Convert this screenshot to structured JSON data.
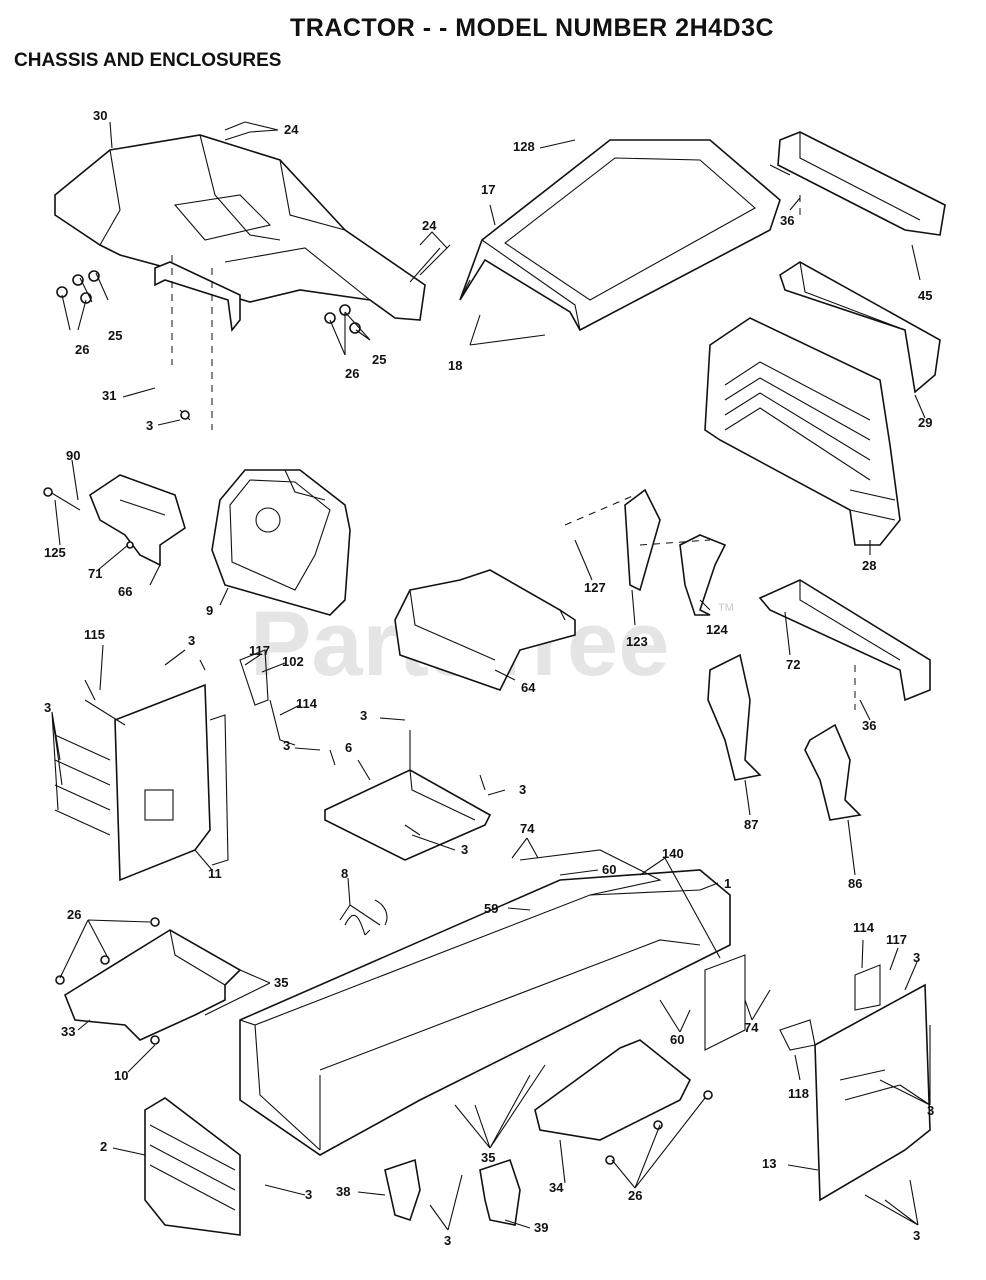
{
  "title": "TRACTOR - - MODEL NUMBER 2H4D3C",
  "subtitle": "CHASSIS AND ENCLOSURES",
  "watermark": {
    "text": "PartsTree",
    "tm": "TM"
  },
  "labels": [
    {
      "id": "l30",
      "text": "30"
    },
    {
      "id": "l24a",
      "text": "24"
    },
    {
      "id": "l24b",
      "text": "24"
    },
    {
      "id": "l25a",
      "text": "25"
    },
    {
      "id": "l25b",
      "text": "25"
    },
    {
      "id": "l26a",
      "text": "26"
    },
    {
      "id": "l26b",
      "text": "26"
    },
    {
      "id": "l31",
      "text": "31"
    },
    {
      "id": "l3a",
      "text": "3"
    },
    {
      "id": "l128",
      "text": "128"
    },
    {
      "id": "l17",
      "text": "17"
    },
    {
      "id": "l18",
      "text": "18"
    },
    {
      "id": "l36a",
      "text": "36"
    },
    {
      "id": "l45",
      "text": "45"
    },
    {
      "id": "l29",
      "text": "29"
    },
    {
      "id": "l28",
      "text": "28"
    },
    {
      "id": "l90",
      "text": "90"
    },
    {
      "id": "l125",
      "text": "125"
    },
    {
      "id": "l71",
      "text": "71"
    },
    {
      "id": "l66",
      "text": "66"
    },
    {
      "id": "l9",
      "text": "9"
    },
    {
      "id": "l127",
      "text": "127"
    },
    {
      "id": "l123",
      "text": "123"
    },
    {
      "id": "l124",
      "text": "124"
    },
    {
      "id": "l64",
      "text": "64"
    },
    {
      "id": "l72",
      "text": "72"
    },
    {
      "id": "l36b",
      "text": "36"
    },
    {
      "id": "l115",
      "text": "115"
    },
    {
      "id": "l3b",
      "text": "3"
    },
    {
      "id": "l117a",
      "text": "117"
    },
    {
      "id": "l102",
      "text": "102"
    },
    {
      "id": "l114a",
      "text": "114"
    },
    {
      "id": "l3c",
      "text": "3"
    },
    {
      "id": "l11",
      "text": "11"
    },
    {
      "id": "l3d",
      "text": "3"
    },
    {
      "id": "l6",
      "text": "6"
    },
    {
      "id": "l3e",
      "text": "3"
    },
    {
      "id": "l3f",
      "text": "3"
    },
    {
      "id": "l3g",
      "text": "3"
    },
    {
      "id": "l87",
      "text": "87"
    },
    {
      "id": "l86",
      "text": "86"
    },
    {
      "id": "l8",
      "text": "8"
    },
    {
      "id": "l74a",
      "text": "74"
    },
    {
      "id": "l60a",
      "text": "60"
    },
    {
      "id": "l140",
      "text": "140"
    },
    {
      "id": "l1",
      "text": "1"
    },
    {
      "id": "l59",
      "text": "59"
    },
    {
      "id": "l26c",
      "text": "26"
    },
    {
      "id": "l35a",
      "text": "35"
    },
    {
      "id": "l33",
      "text": "33"
    },
    {
      "id": "l10",
      "text": "10"
    },
    {
      "id": "l60b",
      "text": "60"
    },
    {
      "id": "l74b",
      "text": "74"
    },
    {
      "id": "l114b",
      "text": "114"
    },
    {
      "id": "l117b",
      "text": "117"
    },
    {
      "id": "l3h",
      "text": "3"
    },
    {
      "id": "l118",
      "text": "118"
    },
    {
      "id": "l3i",
      "text": "3"
    },
    {
      "id": "l2",
      "text": "2"
    },
    {
      "id": "l3j",
      "text": "3"
    },
    {
      "id": "l35b",
      "text": "35"
    },
    {
      "id": "l34",
      "text": "34"
    },
    {
      "id": "l26d",
      "text": "26"
    },
    {
      "id": "l13",
      "text": "13"
    },
    {
      "id": "l3k",
      "text": "3"
    },
    {
      "id": "l38",
      "text": "38"
    },
    {
      "id": "l3l",
      "text": "3"
    },
    {
      "id": "l39",
      "text": "39"
    }
  ]
}
